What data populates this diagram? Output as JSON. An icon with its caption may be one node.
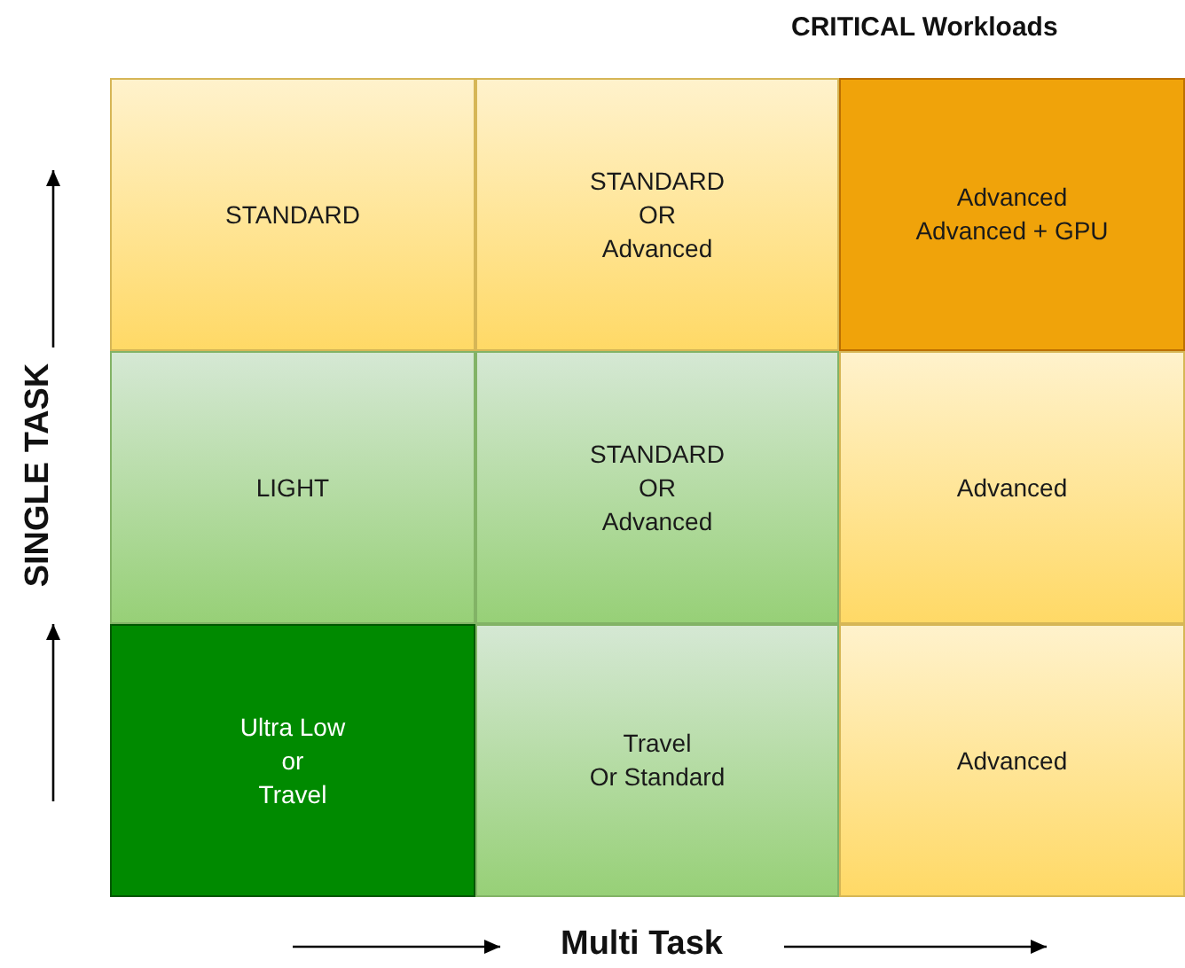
{
  "diagram": {
    "nodes": [
      {
        "text": [
          "STANDARD"
        ]
      },
      {
        "text": [
          "STANDARD OR Advanced"
        ]
      },
      {
        "text": [
          "Advanced Advanced + GPU"
        ]
      },
      {
        "text": [
          "LIGHT"
        ]
      },
      {
        "text": [
          "STANDARD OR Advanced"
        ]
      },
      {
        "text": [
          "Advanced"
        ]
      },
      {
        "text": [
          "Ultra Low or Travel"
        ]
      },
      {
        "text": [
          "Travel Or Standard"
        ]
      },
      {
        "text": [
          "Advanced"
        ]
      }
    ],
    "edges": [],
    "labels": [
      "CRITICAL Workloads",
      "SINGLE TASK",
      "Multi Task"
    ]
  }
}
